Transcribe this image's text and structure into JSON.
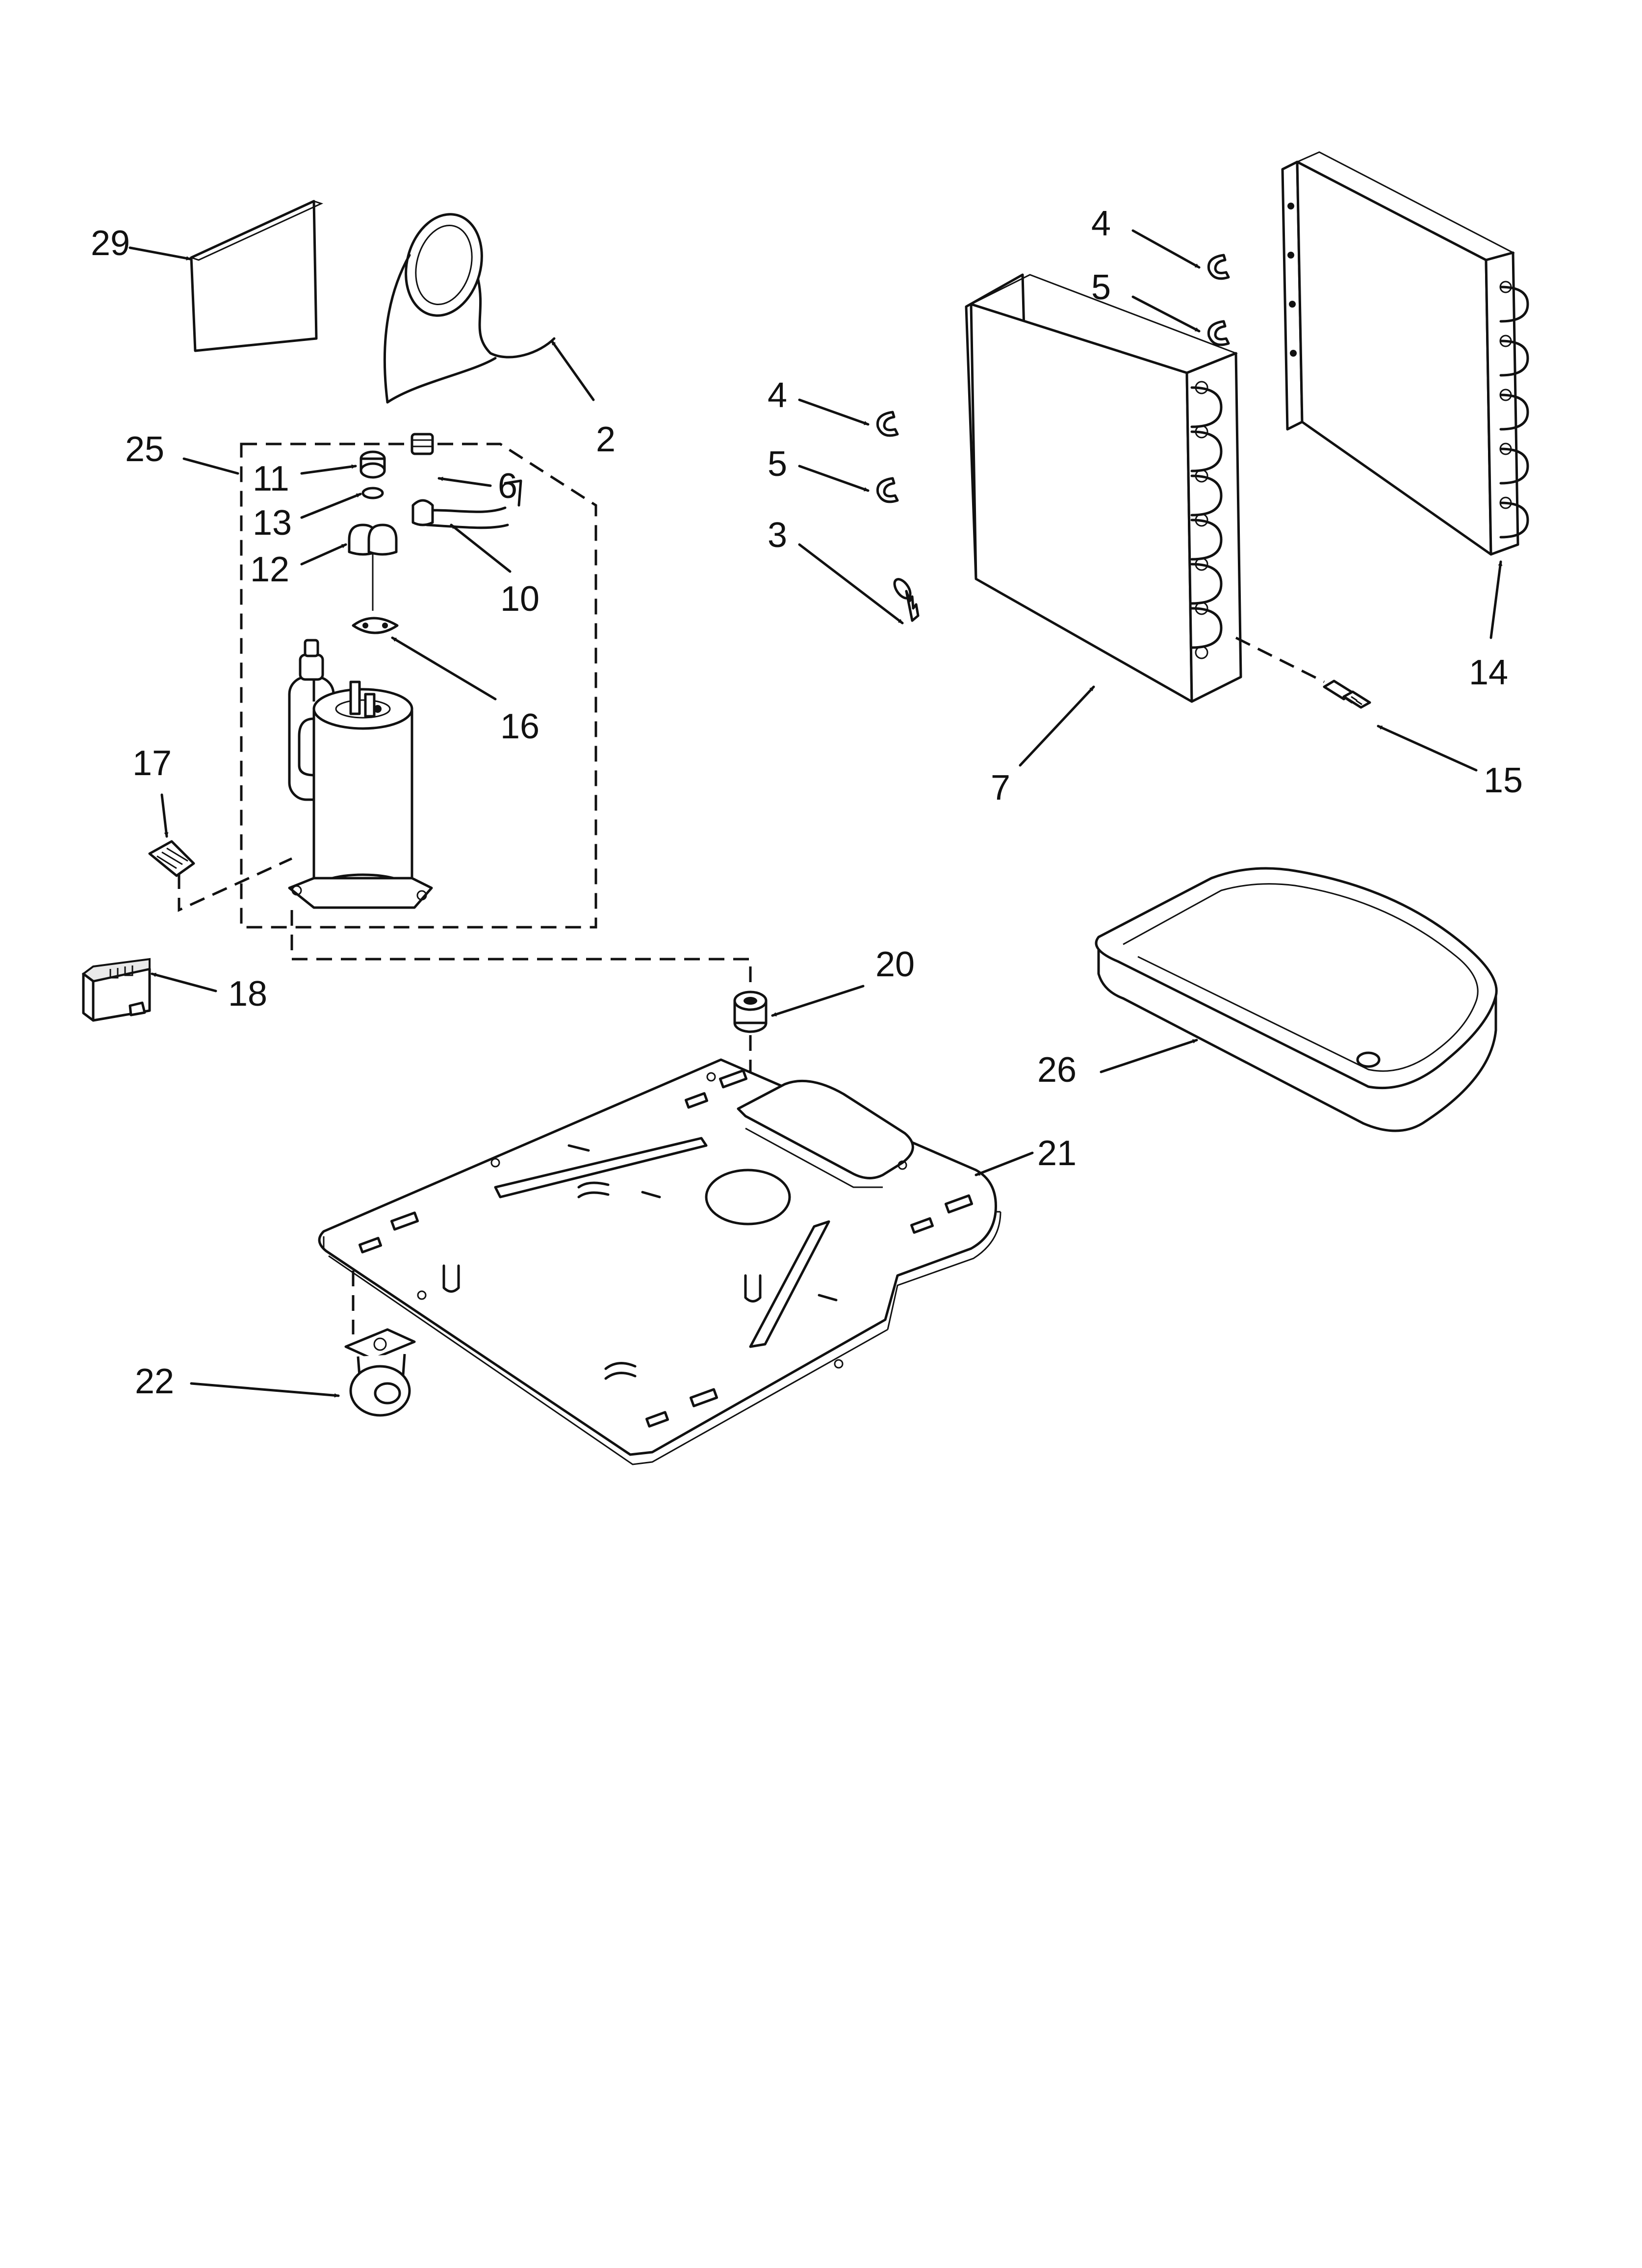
{
  "callouts": {
    "c2": "2",
    "c3": "3",
    "c4a": "4",
    "c4b": "4",
    "c5a": "5",
    "c5b": "5",
    "c6": "6",
    "c7": "7",
    "c10": "10",
    "c11": "11",
    "c12": "12",
    "c13": "13",
    "c14": "14",
    "c15": "15",
    "c16": "16",
    "c17": "17",
    "c18": "18",
    "c20": "20",
    "c21": "21",
    "c22": "22",
    "c25": "25",
    "c26": "26",
    "c29": "29"
  }
}
